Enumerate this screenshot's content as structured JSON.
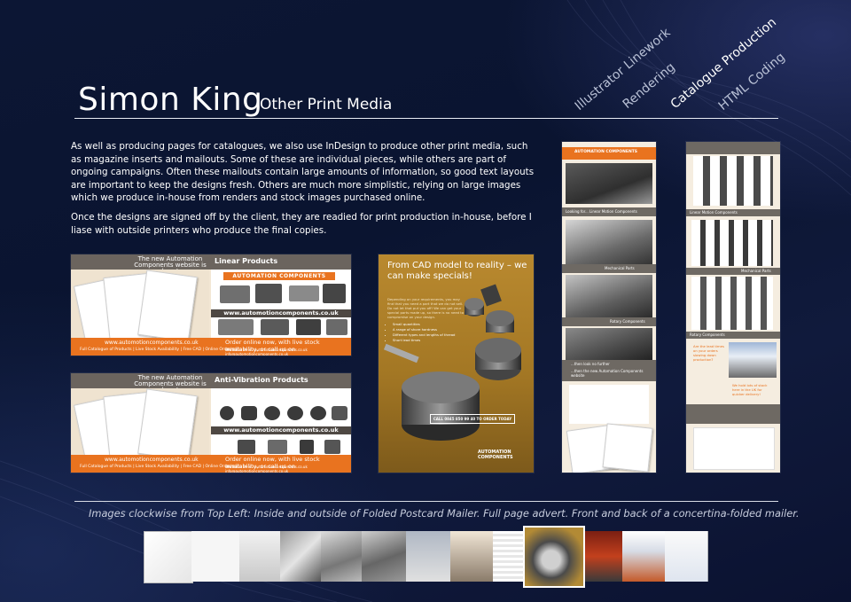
{
  "header": {
    "name": "Simon King",
    "section": "Other Print Media"
  },
  "nav": {
    "items": [
      {
        "label": "Illustrator Linework",
        "active": false
      },
      {
        "label": "Rendering",
        "active": false
      },
      {
        "label": "Catalogue Production",
        "active": true
      },
      {
        "label": "HTML Coding",
        "active": false
      }
    ]
  },
  "intro": {
    "paragraph_1": "As well as producing pages for catalogues, we also use InDesign to produce other print media, such as magazine inserts and mailouts. Some of these are individual pieces, while others are part of ongoing campaigns. Often these mailouts contain large amounts of information, so good text layouts are important to keep the designs fresh. Others are much more simplistic, relying on large images which we produce in-house from renders and stock images purchased online.",
    "paragraph_2": "Once the designs are signed off by the client, they are readied for print production in-house, before I liase with outside printers who produce the final copies."
  },
  "mailer_linear": {
    "top_text": "The new Automation Components website is here!",
    "title": "Linear Products",
    "brand": "AUTOMATION COMPONENTS",
    "url": "www.automotioncomponents.co.uk",
    "bottom_url": "www.automotioncomponents.co.uk",
    "bottom_links": "Full Catalogue of Products  |  Live Stock Availability  |  Free CAD  |  Online Ordering",
    "order_text": "Order online now, with live stock availability, or call us on",
    "contact": "0845 850 99 40     automotioncomponents.co.uk     info@automotioncomponents.co.uk"
  },
  "mailer_antivib": {
    "top_text": "The new Automation Components website is here!",
    "title": "Anti-Vibration Products",
    "url": "www.automotioncomponents.co.uk",
    "bottom_url": "www.automotioncomponents.co.uk",
    "bottom_links": "Full Catalogue of Products  |  Live Stock Availability  |  Free CAD  |  Online Ordering",
    "order_text": "Order online now, with live stock availability, or call us on",
    "contact": "0845 850 99 40     automotioncomponents.co.uk     info@automotioncomponents.co.uk"
  },
  "advert": {
    "headline": "From CAD model to reality – we can make specials!",
    "body": "Depending on your requirements, you may find that you need a part that we do not sell. Do not let that put you off! We can get your special parts made up, so there is no need to compromise on your design.",
    "bullets": [
      "Small quantities",
      "A range of shore hardness",
      "Different types and lengths of thread",
      "Short lead times"
    ],
    "call": "CALL 0845 850 99 40 TO ORDER TODAY",
    "footer": "AUTOMATION COMPONENTS"
  },
  "concertina_front": {
    "brand": "AUTOMATION COMPONENTS",
    "looking_for": "Looking for... Linear Motion Components",
    "mechanical": "Mechanical Parts",
    "rotary": "Rotary Components",
    "look_no_further": "...then look no further",
    "website": "...then the new Automation Components website"
  },
  "concertina_back": {
    "linear": "Linear Motion Components",
    "mechanical": "Mechanical Parts",
    "rotary": "Rotary Components",
    "lead_times": "Are the lead times on your orders slowing down production?",
    "stock": "We hold lots of stock here in the UK for quicker delivery!"
  },
  "caption": "Images clockwise from Top Left: Inside and outside of Folded Postcard Mailer. Full page advert. Front and back of a concertina-folded mailer.",
  "thumbnails": [
    {
      "name": "thumb-technical-drawing",
      "selected": false
    },
    {
      "name": "thumb-drawing-2",
      "selected": false
    },
    {
      "name": "thumb-spec-sheet",
      "selected": false
    },
    {
      "name": "thumb-render",
      "selected": false
    },
    {
      "name": "thumb-linear-rail",
      "selected": false
    },
    {
      "name": "thumb-rail-render",
      "selected": false
    },
    {
      "name": "thumb-warehouse",
      "selected": false
    },
    {
      "name": "thumb-price-table",
      "selected": false
    },
    {
      "name": "thumb-anti-vibration-mount",
      "selected": true
    },
    {
      "name": "thumb-lead-times",
      "selected": false
    },
    {
      "name": "thumb-website",
      "selected": false
    }
  ]
}
